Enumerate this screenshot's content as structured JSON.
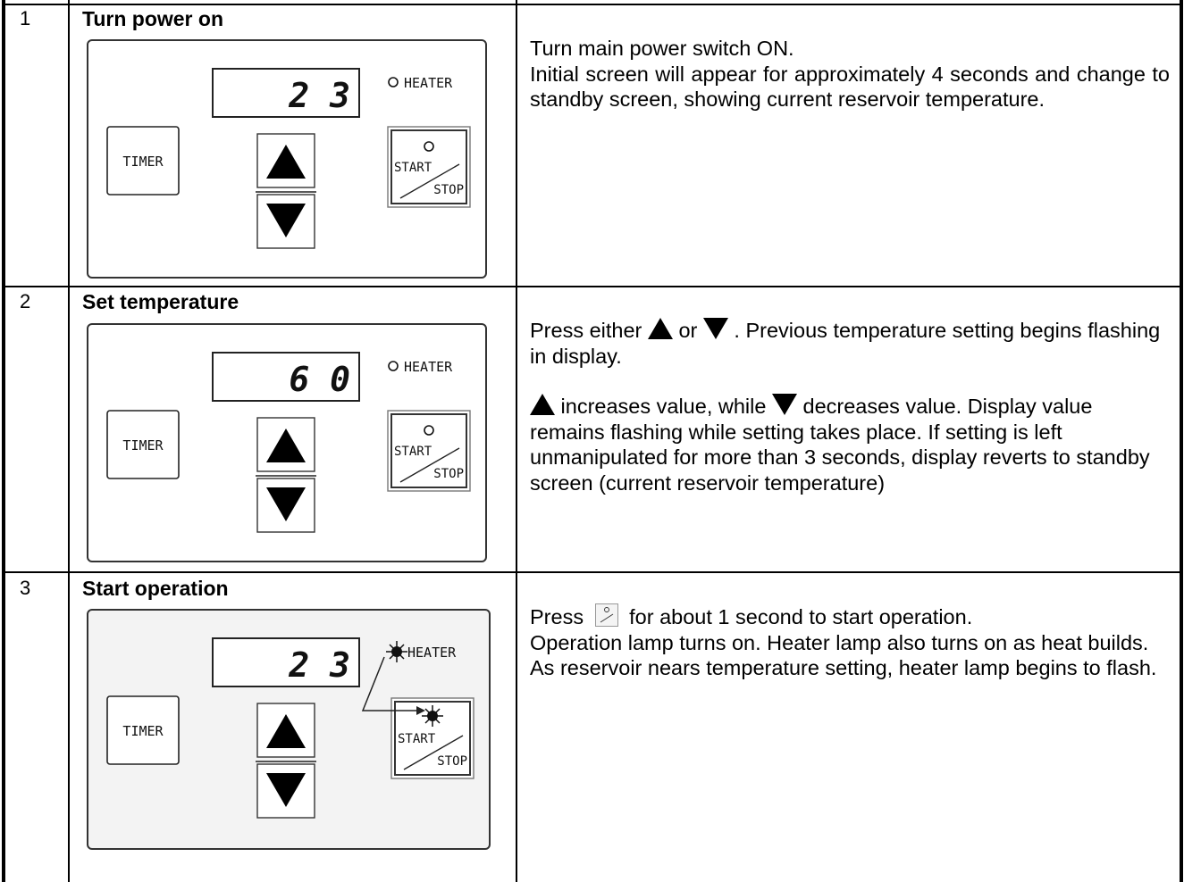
{
  "steps": [
    {
      "number": "1",
      "title": "Turn power on",
      "panel": {
        "display": "2 3",
        "heater_label": "HEATER",
        "heater_lamp": "off",
        "start_lamp": "off",
        "timer_label": "TIMER",
        "start_label": "START",
        "stop_label": "STOP"
      },
      "description": {
        "line1": "Turn main power switch ON.",
        "line2": "Initial screen will appear for approximately 4 seconds and change to standby screen, showing current reservoir temperature."
      }
    },
    {
      "number": "2",
      "title": "Set temperature",
      "panel": {
        "display": "6 0",
        "heater_label": "HEATER",
        "heater_lamp": "off",
        "start_lamp": "off",
        "timer_label": "TIMER",
        "start_label": "START",
        "stop_label": "STOP"
      },
      "description": {
        "p1_before": "Press either",
        "p1_mid": "or",
        "p1_after": ". Previous temperature setting begins flashing in display.",
        "p2_a": "increases value, while",
        "p2_b": "decreases value. Display value remains flashing while setting takes place. If setting is left unmanipulated for more than 3 seconds, display reverts to standby screen (current reservoir temperature)"
      }
    },
    {
      "number": "3",
      "title": "Start operation",
      "panel": {
        "display": "2 3",
        "heater_label": "HEATER",
        "heater_lamp": "on",
        "start_lamp": "on",
        "timer_label": "TIMER",
        "start_label": "START",
        "stop_label": "STOP"
      },
      "description": {
        "p1_before": "Press",
        "p1_after": "for about 1 second to start operation.",
        "line2": "Operation lamp turns on. Heater lamp also turns on as heat builds.",
        "line3": "As reservoir nears temperature setting, heater lamp begins to flash."
      }
    }
  ],
  "colors": {
    "border": "#000000",
    "panel_stroke": "#333333",
    "lamp": "#111111"
  },
  "icons": {
    "up": "triangle-up-icon",
    "down": "triangle-down-icon",
    "start_stop": "start-stop-button-icon"
  }
}
